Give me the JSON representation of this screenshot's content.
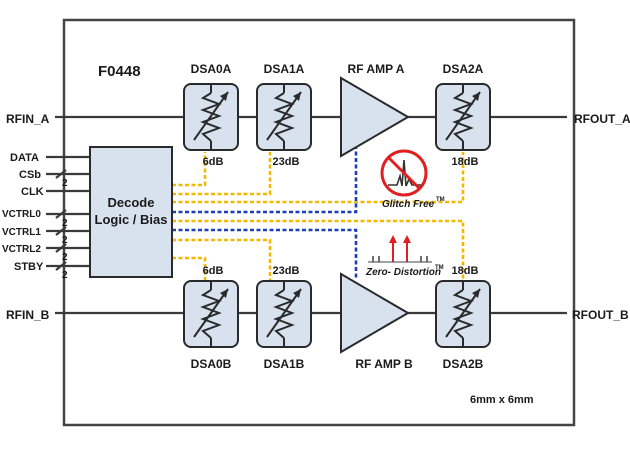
{
  "chip": {
    "part_number": "F0448",
    "size": "6mm x 6mm"
  },
  "ports": {
    "rfin_a": "RFIN_A",
    "rfin_b": "RFIN_B",
    "rfout_a": "RFOUT_A",
    "rfout_b": "RFOUT_B"
  },
  "control_pins": {
    "data": "DATA",
    "csb": "CSb",
    "clk": "CLK",
    "vctrl0": "VCTRL0",
    "vctrl1": "VCTRL1",
    "vctrl2": "VCTRL2",
    "stby": "STBY",
    "bus_width": "2"
  },
  "decode": {
    "line1": "Decode",
    "line2": "Logic / Bias"
  },
  "channel_a": {
    "dsa0": {
      "name": "DSA0A",
      "atten": "6dB"
    },
    "dsa1": {
      "name": "DSA1A",
      "atten": "23dB"
    },
    "amp": "RF AMP A",
    "dsa2": {
      "name": "DSA2A",
      "atten": "18dB"
    }
  },
  "channel_b": {
    "dsa0": {
      "name": "DSA0B",
      "atten": "6dB"
    },
    "dsa1": {
      "name": "DSA1B",
      "atten": "23dB"
    },
    "amp": "RF AMP B",
    "dsa2": {
      "name": "DSA2B",
      "atten": "18dB"
    }
  },
  "features": {
    "glitch_free": "Glitch Free",
    "zero_distortion": "Zero- Distortion",
    "tm": "TM"
  },
  "colors": {
    "block_fill": "#d8e2ee",
    "control_yellow": "#f5b800",
    "control_blue": "#1f3fb8",
    "logo_red": "#e02020"
  }
}
